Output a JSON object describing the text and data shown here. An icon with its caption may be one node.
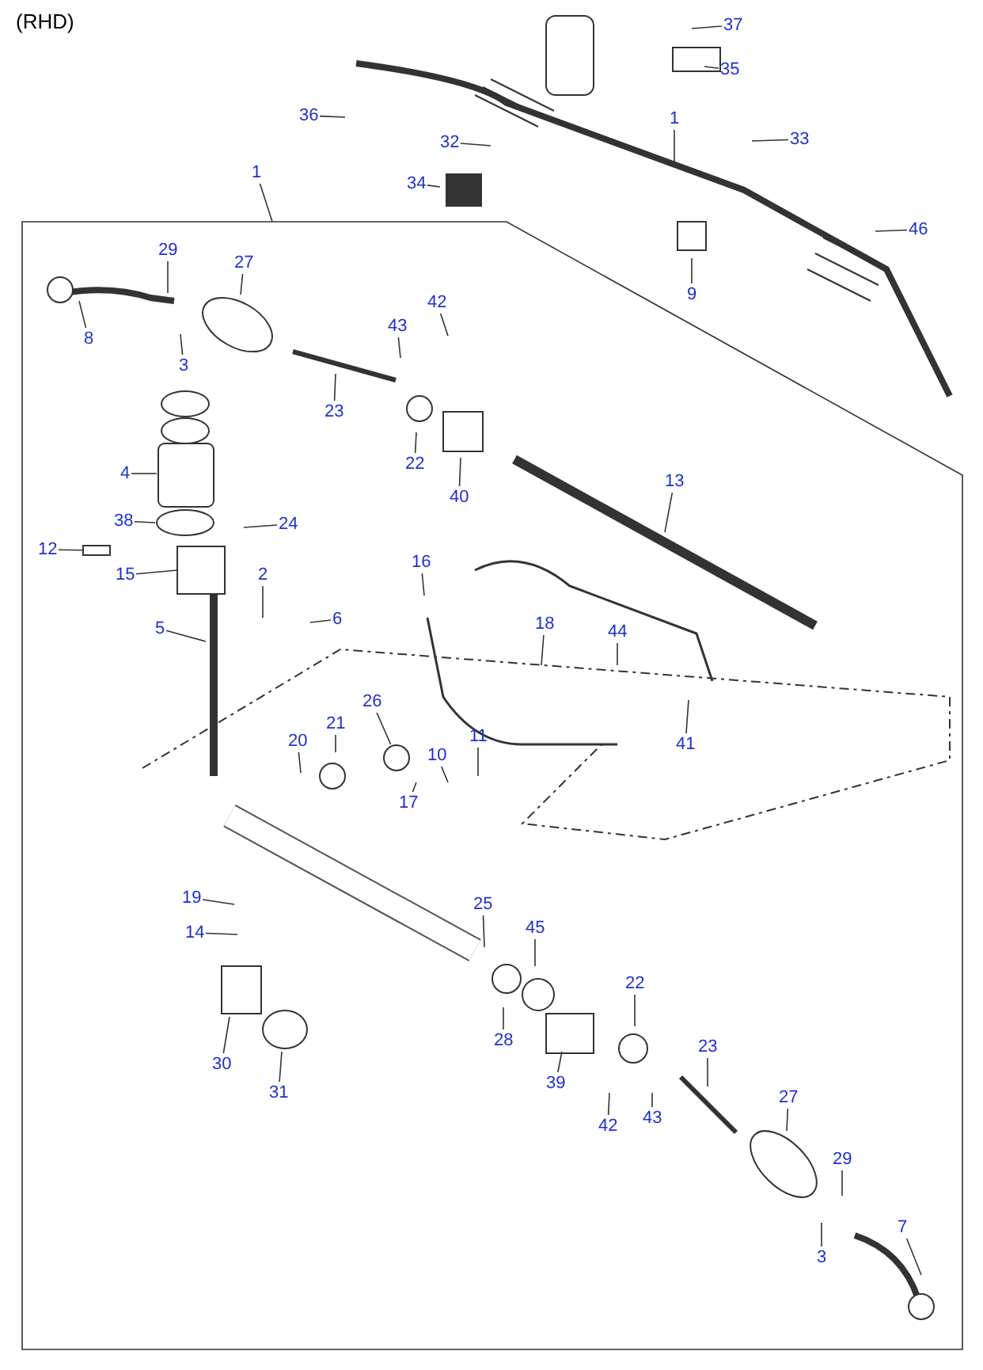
{
  "diagram": {
    "nodes": [
      {
        "text": [
          "37"
        ]
      },
      {
        "text": [
          "35"
        ]
      },
      {
        "text": [
          "1"
        ]
      },
      {
        "text": [
          "36"
        ]
      },
      {
        "text": [
          "32"
        ]
      },
      {
        "text": [
          "33"
        ]
      },
      {
        "text": [
          "34"
        ]
      },
      {
        "text": [
          "46"
        ]
      },
      {
        "text": [
          "9"
        ]
      },
      {
        "text": [
          "1"
        ]
      },
      {
        "text": [
          "29"
        ]
      },
      {
        "text": [
          "27"
        ]
      },
      {
        "text": [
          "8"
        ]
      },
      {
        "text": [
          "3"
        ]
      },
      {
        "text": [
          "42"
        ]
      },
      {
        "text": [
          "43"
        ]
      },
      {
        "text": [
          "23"
        ]
      },
      {
        "text": [
          "22"
        ]
      },
      {
        "text": [
          "40"
        ]
      },
      {
        "text": [
          "13"
        ]
      },
      {
        "text": [
          "4"
        ]
      },
      {
        "text": [
          "38"
        ]
      },
      {
        "text": [
          "24"
        ]
      },
      {
        "text": [
          "12"
        ]
      },
      {
        "text": [
          "15"
        ]
      },
      {
        "text": [
          "2"
        ]
      },
      {
        "text": [
          "16"
        ]
      },
      {
        "text": [
          "18"
        ]
      },
      {
        "text": [
          "44"
        ]
      },
      {
        "text": [
          "5"
        ]
      },
      {
        "text": [
          "6"
        ]
      },
      {
        "text": [
          "41"
        ]
      },
      {
        "text": [
          "26"
        ]
      },
      {
        "text": [
          "21"
        ]
      },
      {
        "text": [
          "20"
        ]
      },
      {
        "text": [
          "11"
        ]
      },
      {
        "text": [
          "10"
        ]
      },
      {
        "text": [
          "17"
        ]
      },
      {
        "text": [
          "19"
        ]
      },
      {
        "text": [
          "14"
        ]
      },
      {
        "text": [
          "25"
        ]
      },
      {
        "text": [
          "45"
        ]
      },
      {
        "text": [
          "22"
        ]
      },
      {
        "text": [
          "28"
        ]
      },
      {
        "text": [
          "30"
        ]
      },
      {
        "text": [
          "31"
        ]
      },
      {
        "text": [
          "39"
        ]
      },
      {
        "text": [
          "23"
        ]
      },
      {
        "text": [
          "42"
        ]
      },
      {
        "text": [
          "43"
        ]
      },
      {
        "text": [
          "27"
        ]
      },
      {
        "text": [
          "29"
        ]
      },
      {
        "text": [
          "7"
        ]
      },
      {
        "text": [
          "3"
        ]
      },
      {
        "text": [],
        "shape": "box"
      },
      {
        "text": [],
        "shape": "circle"
      }
    ],
    "edges": [
      {
        "from": 0,
        "to": null,
        "arrow": "none"
      },
      {
        "from": 1,
        "to": null,
        "arrow": "none"
      },
      {
        "from": 2,
        "to": null,
        "arrow": "none"
      },
      {
        "from": 3,
        "to": null,
        "arrow": "none"
      },
      {
        "from": 4,
        "to": null,
        "arrow": "none"
      },
      {
        "from": 5,
        "to": null,
        "arrow": "none"
      },
      {
        "from": 6,
        "to": null,
        "arrow": "none"
      },
      {
        "from": 7,
        "to": null,
        "arrow": "none"
      },
      {
        "from": 8,
        "to": null,
        "arrow": "none"
      },
      {
        "from": 9,
        "to": null,
        "arrow": "none"
      },
      {
        "from": 10,
        "to": null,
        "arrow": "none"
      },
      {
        "from": 11,
        "to": null,
        "arrow": "none"
      },
      {
        "from": 12,
        "to": null,
        "arrow": "none"
      },
      {
        "from": 13,
        "to": null,
        "arrow": "none"
      },
      {
        "from": 14,
        "to": null,
        "arrow": "none"
      },
      {
        "from": 15,
        "to": null,
        "arrow": "none"
      },
      {
        "from": 16,
        "to": null,
        "arrow": "none"
      },
      {
        "from": 17,
        "to": null,
        "arrow": "none"
      },
      {
        "from": 18,
        "to": null,
        "arrow": "none"
      },
      {
        "from": 19,
        "to": null,
        "arrow": "none"
      },
      {
        "from": 20,
        "to": null,
        "arrow": "none"
      },
      {
        "from": 21,
        "to": null,
        "arrow": "none"
      },
      {
        "from": 22,
        "to": null,
        "arrow": "none"
      },
      {
        "from": 23,
        "to": 54,
        "arrow": "none"
      },
      {
        "from": 24,
        "to": null,
        "arrow": "none"
      },
      {
        "from": 25,
        "to": null,
        "arrow": "none"
      },
      {
        "from": 26,
        "to": null,
        "arrow": "none"
      },
      {
        "from": 27,
        "to": null,
        "arrow": "none"
      },
      {
        "from": 28,
        "to": null,
        "arrow": "none"
      },
      {
        "from": 29,
        "to": null,
        "arrow": "none"
      },
      {
        "from": 30,
        "to": null,
        "arrow": "none"
      },
      {
        "from": 31,
        "to": null,
        "arrow": "none"
      },
      {
        "from": 32,
        "to": 55,
        "arrow": "none"
      },
      {
        "from": 33,
        "to": null,
        "arrow": "none"
      },
      {
        "from": 34,
        "to": null,
        "arrow": "none"
      },
      {
        "from": 35,
        "to": null,
        "arrow": "none"
      },
      {
        "from": 36,
        "to": null,
        "arrow": "none"
      },
      {
        "from": 37,
        "to": null,
        "arrow": "none"
      },
      {
        "from": 38,
        "to": null,
        "arrow": "none"
      },
      {
        "from": 39,
        "to": null,
        "arrow": "none"
      },
      {
        "from": 40,
        "to": null,
        "arrow": "none"
      },
      {
        "from": 41,
        "to": null,
        "arrow": "none"
      },
      {
        "from": 42,
        "to": null,
        "arrow": "none"
      },
      {
        "from": 43,
        "to": null,
        "arrow": "none"
      },
      {
        "from": 44,
        "to": null,
        "arrow": "none"
      },
      {
        "from": 45,
        "to": null,
        "arrow": "none"
      },
      {
        "from": 46,
        "to": null,
        "arrow": "none"
      },
      {
        "from": 47,
        "to": null,
        "arrow": "none"
      },
      {
        "from": 48,
        "to": null,
        "arrow": "none"
      },
      {
        "from": 49,
        "to": null,
        "arrow": "none"
      },
      {
        "from": 50,
        "to": null,
        "arrow": "none"
      },
      {
        "from": 51,
        "to": null,
        "arrow": "none"
      },
      {
        "from": 52,
        "to": null,
        "arrow": "none"
      },
      {
        "from": 53,
        "to": null,
        "arrow": "none"
      }
    ],
    "labels": [
      "(RHD)"
    ]
  }
}
